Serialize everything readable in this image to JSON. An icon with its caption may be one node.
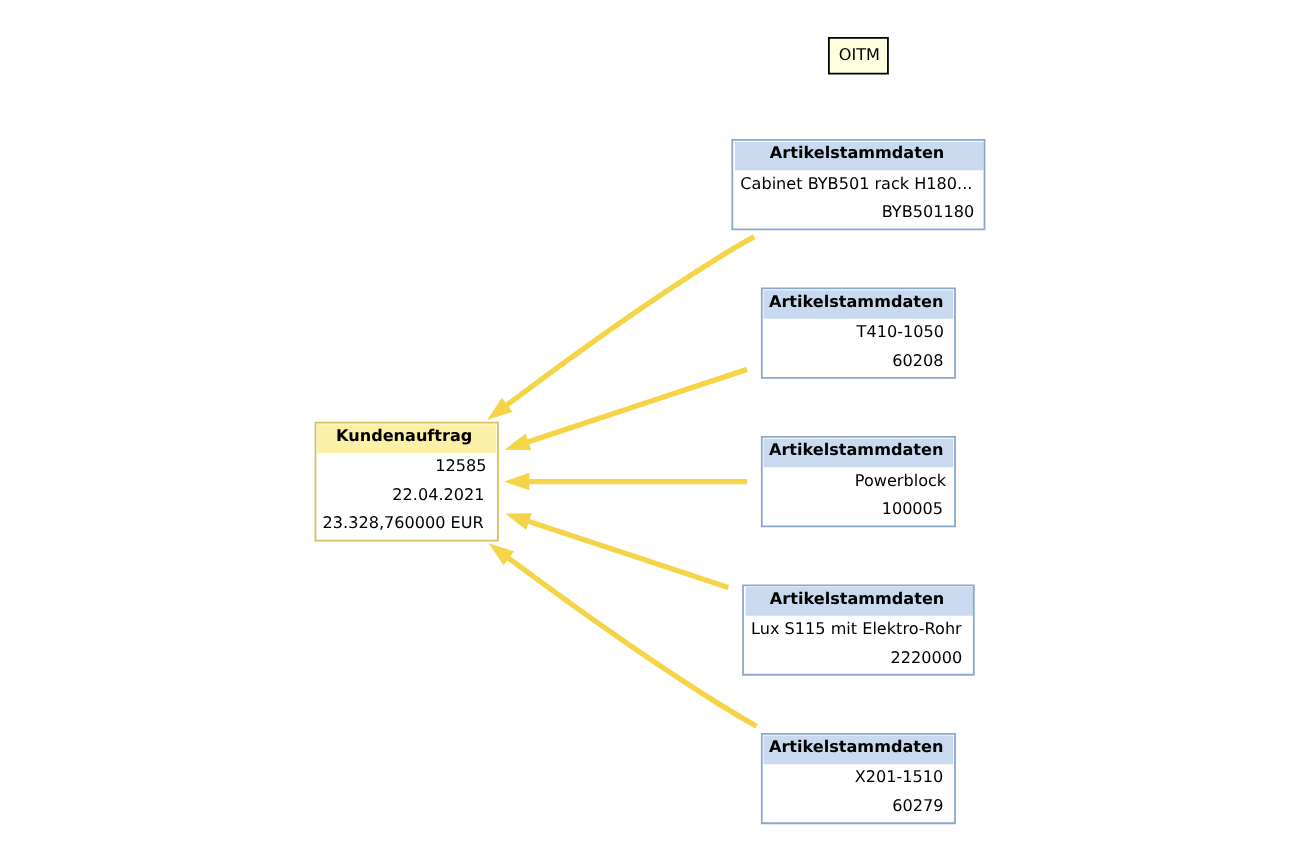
{
  "diagram": {
    "nodes": [
      {
        "text": [
          "Kundenauftrag",
          "12585",
          "22.04.2021",
          "23.328,760000 EUR"
        ]
      },
      {
        "text": [
          "Artikelstammdaten",
          "Cabinet BYB501 rack H180...",
          "BYB501180"
        ]
      },
      {
        "text": [
          "Artikelstammdaten",
          "T410-1050",
          "60208"
        ]
      },
      {
        "text": [
          "Artikelstammdaten",
          "Powerblock",
          "100005"
        ]
      },
      {
        "text": [
          "Artikelstammdaten",
          "Lux S115 mit Elektro-Rohr",
          "2220000"
        ]
      },
      {
        "text": [
          "Artikelstammdaten",
          "X201-1510",
          "60279"
        ]
      }
    ],
    "edges": [
      {
        "from": 1,
        "to": 0,
        "arrow": "to"
      },
      {
        "from": 2,
        "to": 0,
        "arrow": "to"
      },
      {
        "from": 3,
        "to": 0,
        "arrow": "to"
      },
      {
        "from": 4,
        "to": 0,
        "arrow": "to"
      },
      {
        "from": 5,
        "to": 0,
        "arrow": "to"
      }
    ],
    "labels": [
      "OITM"
    ]
  }
}
